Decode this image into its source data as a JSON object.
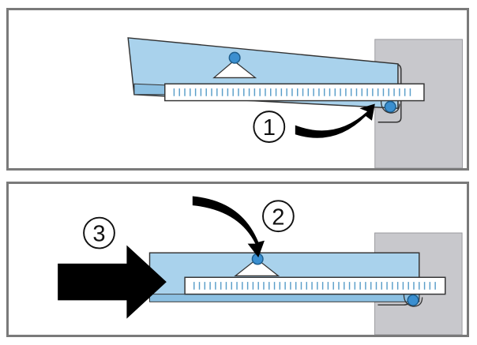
{
  "steps": {
    "one": "1",
    "two": "2",
    "three": "3"
  },
  "colors": {
    "panel_border": "#7a7a7a",
    "wall": "#c8c8cc",
    "blue_fill": "#a9d2ec",
    "blue_dark": "#5a9ec9",
    "ring_fill": "#ffffff",
    "arrow": "#000000",
    "pin": "#3b8fd0"
  }
}
